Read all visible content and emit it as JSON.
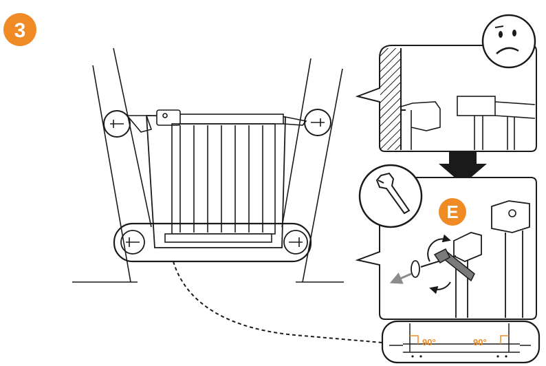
{
  "step": {
    "number": "3"
  },
  "badge": {
    "letter": "E"
  },
  "angles": {
    "left": "90°",
    "right": "90°"
  },
  "colors": {
    "accent": "#F08A24",
    "stroke": "#1a1a1a",
    "gray_arrow": "#8c8c8c",
    "tool_fill": "#7a7a7a",
    "background": "#ffffff"
  },
  "icons": {
    "face": "sad-face-icon",
    "tool": "wrench-icon",
    "down_arrow": "down-arrow-icon",
    "rotate": "rotate-arrows-icon",
    "pull": "pull-arrow-icon"
  }
}
